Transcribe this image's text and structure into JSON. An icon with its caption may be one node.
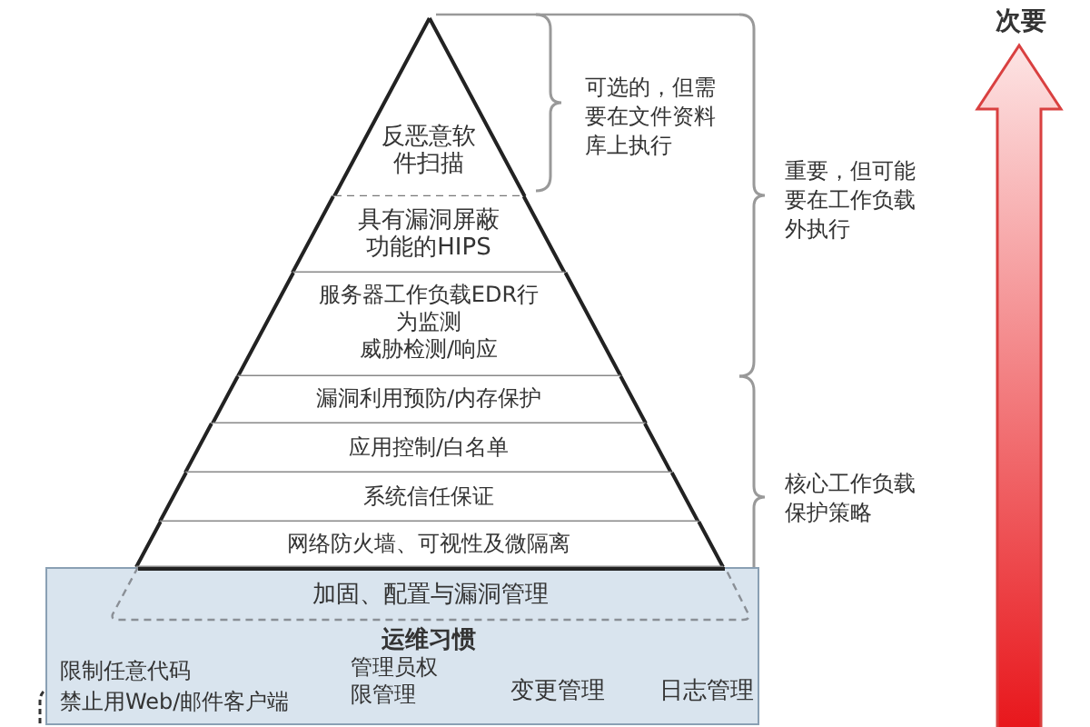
{
  "diagram": {
    "nodes": [
      {
        "text": [
          "反恶意软件扫描"
        ]
      },
      {
        "text": [
          "具有漏洞屏蔽功能的HIPS"
        ]
      },
      {
        "text": [
          "服务器工作负载EDR行为监测",
          "威胁检测/响应"
        ]
      },
      {
        "text": [
          "漏洞利用预防/内存保护"
        ]
      },
      {
        "text": [
          "应用控制/白名单"
        ]
      },
      {
        "text": [
          "系统信任保证"
        ]
      },
      {
        "text": [
          "网络防火墙、可视性及微隔离"
        ]
      },
      {
        "text": [
          "运维习惯",
          "限制任意代码",
          "禁止用Web/邮件客户端",
          "管理员权限管理",
          "变更管理",
          "日志管理"
        ]
      },
      {
        "text": [
          "加固、配置与漏洞管理"
        ],
        "in": 7
      }
    ],
    "labels": [
      "可选的，但需要在文件资料库上执行",
      "重要，但可能要在工作负载外执行",
      "核心工作负载保护策略",
      "次要"
    ]
  }
}
